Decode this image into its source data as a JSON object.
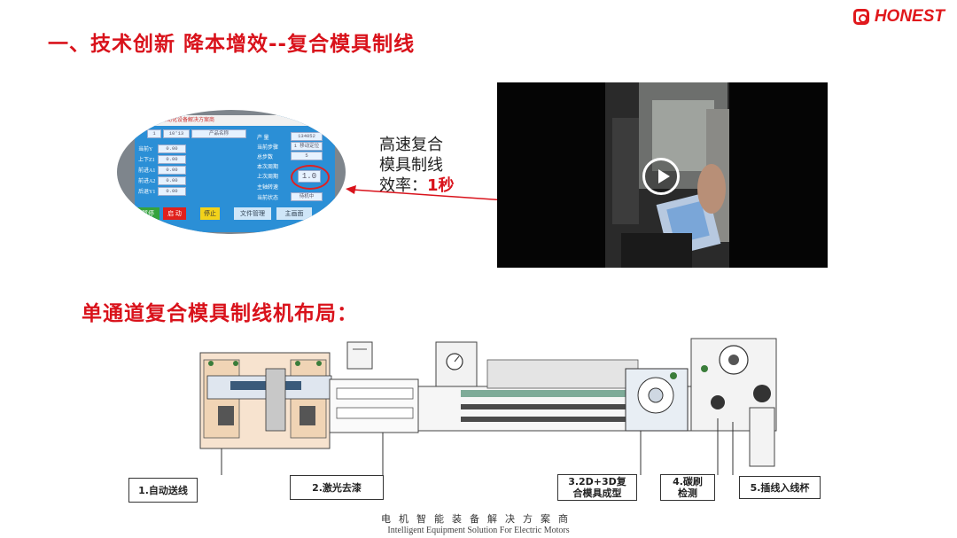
{
  "header": {
    "title": "一、技术创新 降本增效--复合模具制线",
    "logo_text": "HONEST",
    "brand_color": "#d9121b"
  },
  "hmi": {
    "header_text": "工業自动化设备解决方案商",
    "left_labels": [
      "当前Y",
      "上下Z1",
      "前进A1",
      "前进A2",
      "后退Y1"
    ],
    "left_values": [
      "0.00",
      "0.00",
      "0.00",
      "0.00",
      "0.00"
    ],
    "right_labels": [
      "产 量",
      "当前步骤",
      "总步数",
      "本次周期",
      "上次周期",
      "主轴转速",
      "当前状态"
    ],
    "right_values": [
      "134052",
      "1 移动定位",
      "5",
      "",
      "1.0",
      "",
      "待机中"
    ],
    "top_values": [
      "1",
      "10'13",
      "产品名称"
    ],
    "buttons": [
      "暂停",
      "启 动",
      "停止",
      "文件管理",
      "主画面"
    ]
  },
  "annotation": {
    "line1": "高速复合",
    "line2": "模具制线",
    "efficiency_label": "效率：",
    "efficiency_value": "1秒"
  },
  "video": {
    "play_icon": "play-icon"
  },
  "layout_section": {
    "title": "单通道复合模具制线机布局："
  },
  "labels": {
    "l1": "1.自动送线",
    "l2": "2.激光去漆",
    "l3a": "3.2D+3D复",
    "l3b": "合模具成型",
    "l4a": "4.碳刷",
    "l4b": "检测",
    "l5": "5.插线入线杯"
  },
  "footer": {
    "cn": "电机智能装备解决方案商",
    "en": "Intelligent Equipment Solution For Electric Motors"
  }
}
